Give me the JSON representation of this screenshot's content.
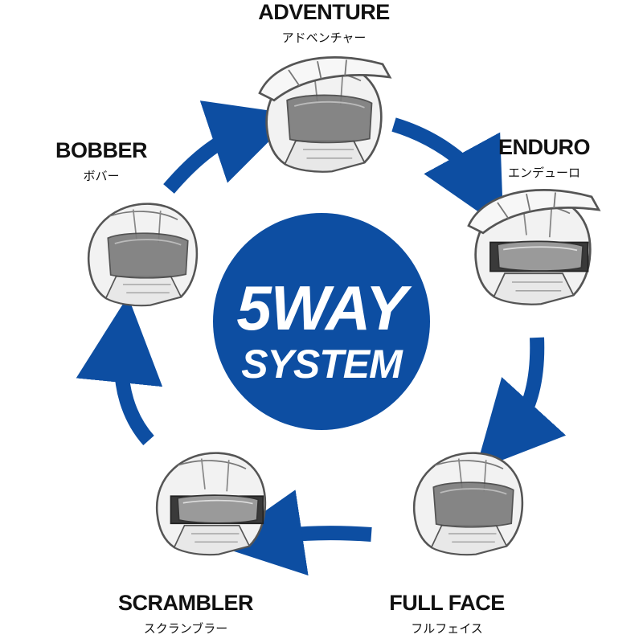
{
  "center": {
    "line1": "5WAY",
    "line2": "SYSTEM",
    "color": "#0d4ea2"
  },
  "arrow_color": "#0d4ea2",
  "helmet_colors": {
    "shell": "#f2f2f2",
    "outline": "#555555",
    "visor": "#7a7a7a",
    "goggle_strap": "#3a3a3a"
  },
  "modes": {
    "adventure": {
      "en": "ADVENTURE",
      "jp": "アドベンチャー",
      "icon": "adventure-helmet-icon"
    },
    "enduro": {
      "en": "ENDURO",
      "jp": "エンデューロ",
      "icon": "enduro-helmet-icon"
    },
    "fullface": {
      "en": "FULL FACE",
      "jp": "フルフェイス",
      "icon": "full-face-helmet-icon"
    },
    "scrambler": {
      "en": "SCRAMBLER",
      "jp": "スクランブラー",
      "icon": "scrambler-helmet-icon"
    },
    "bobber": {
      "en": "BOBBER",
      "jp": "ボバー",
      "icon": "bobber-helmet-icon"
    }
  }
}
